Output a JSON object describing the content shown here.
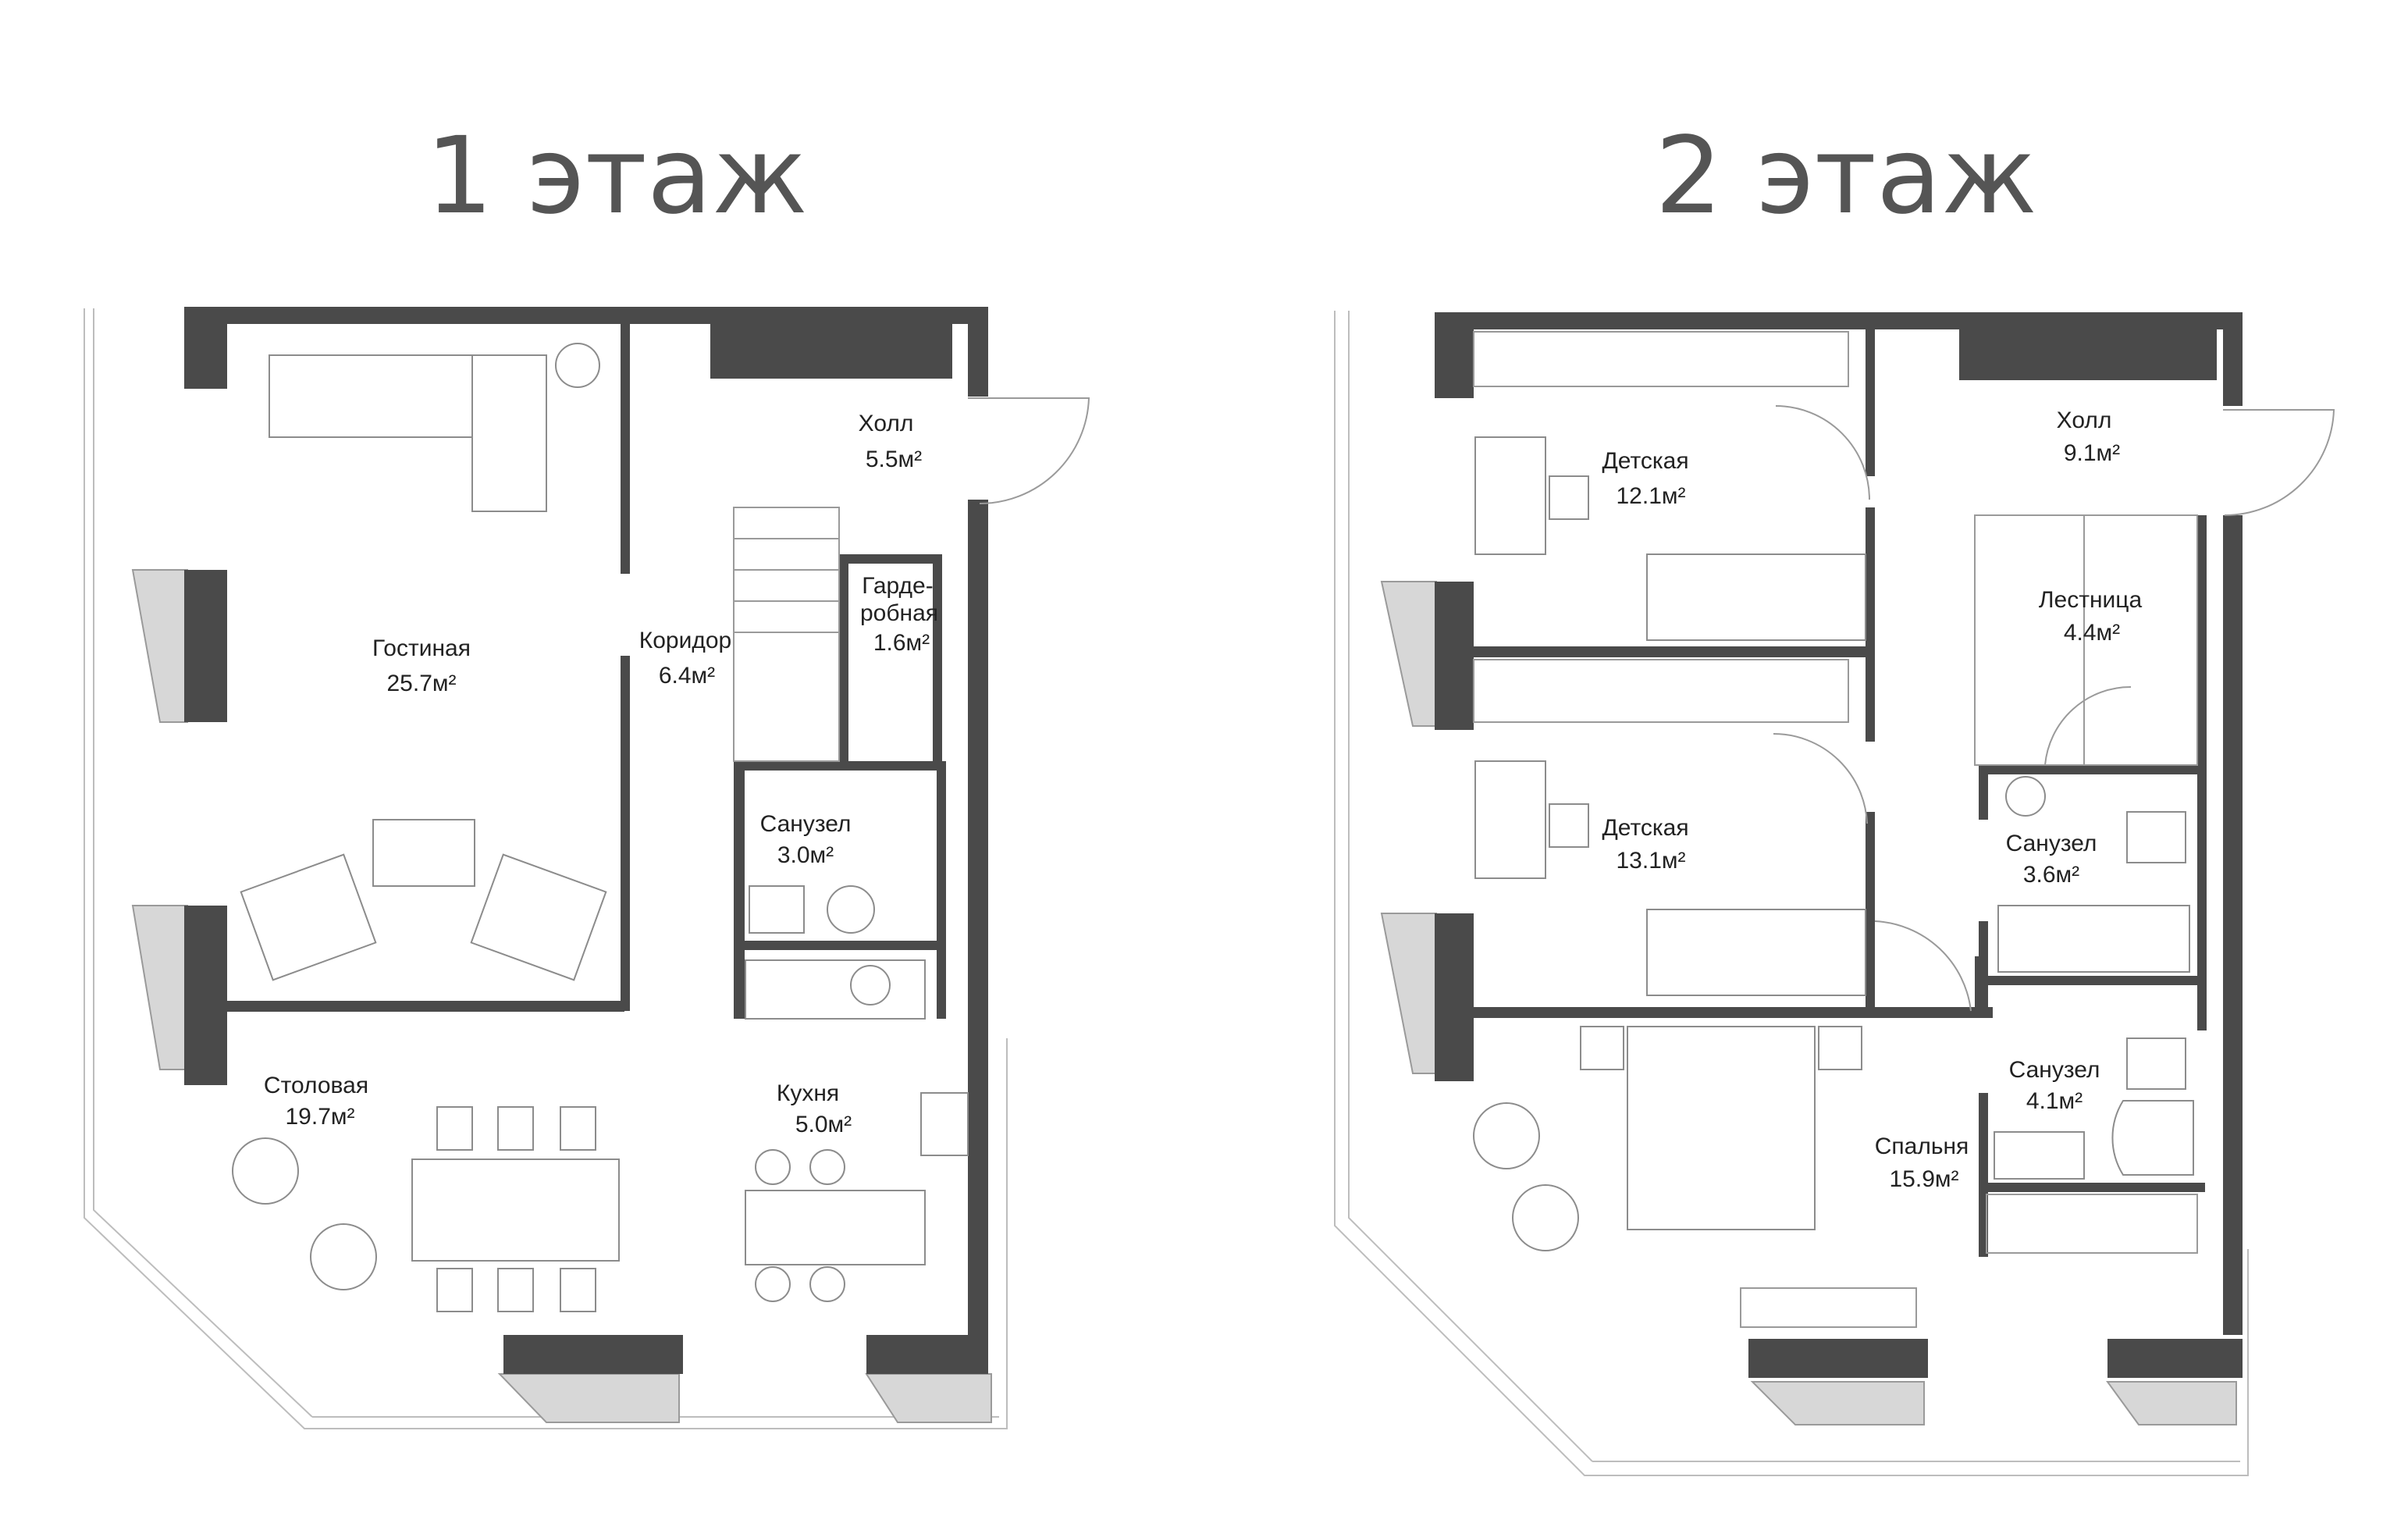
{
  "floors": [
    {
      "title": "1 этаж",
      "rooms": [
        {
          "name": "Холл",
          "area": "5.5м²"
        },
        {
          "name": "Гостиная",
          "area": "25.7м²"
        },
        {
          "name": "Коридор",
          "area": "6.4м²"
        },
        {
          "name": "Гарде-",
          "name2": "робная",
          "area": "1.6м²"
        },
        {
          "name": "Санузел",
          "area": "3.0м²"
        },
        {
          "name": "Столовая",
          "area": "19.7м²"
        },
        {
          "name": "Кухня",
          "area": "5.0м²"
        }
      ]
    },
    {
      "title": "2 этаж",
      "rooms": [
        {
          "name": "Детская",
          "area": "12.1м²"
        },
        {
          "name": "Холл",
          "area": "9.1м²"
        },
        {
          "name": "Лестница",
          "area": "4.4м²"
        },
        {
          "name": "Детская",
          "area": "13.1м²"
        },
        {
          "name": "Санузел",
          "area": "3.6м²"
        },
        {
          "name": "Санузел",
          "area": "4.1м²"
        },
        {
          "name": "Спальня",
          "area": "15.9м²"
        }
      ]
    }
  ],
  "colors": {
    "wall": "#4a4a4a",
    "text": "#222222",
    "title": "#555555"
  }
}
